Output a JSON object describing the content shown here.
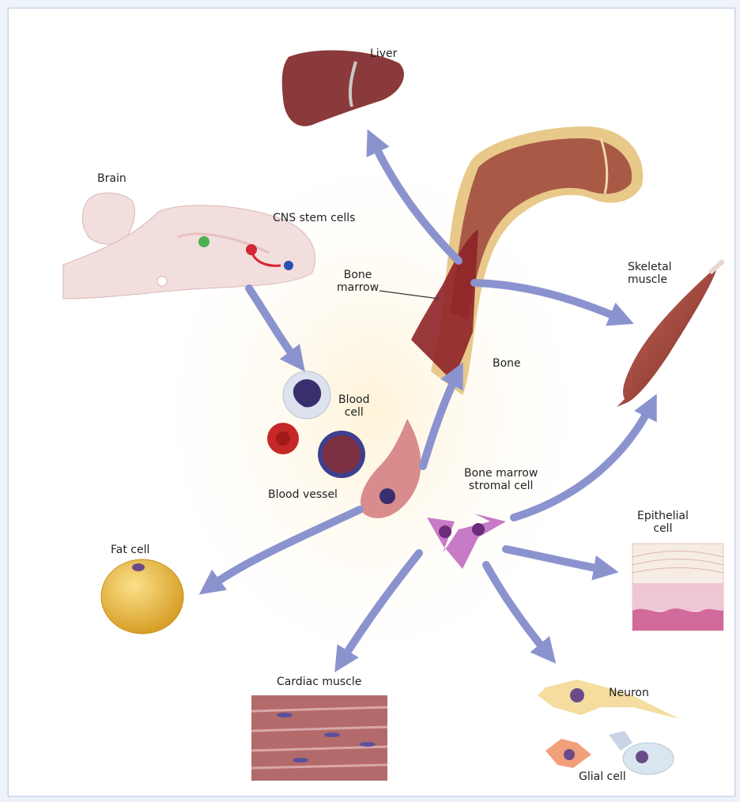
{
  "labels": {
    "liver": "Liver",
    "brain": "Brain",
    "cns_stem_cells": "CNS stem cells",
    "bone_marrow": "Bone\nmarrow",
    "skeletal_muscle": "Skeletal\nmuscle",
    "bone": "Bone",
    "blood_cell": "Blood\ncell",
    "blood_vessel": "Blood vessel",
    "bone_marrow_stromal_cell": "Bone marrow\nstromal cell",
    "epithelial_cell": "Epithelial\ncell",
    "fat_cell": "Fat cell",
    "cardiac_muscle": "Cardiac muscle",
    "neuron": "Neuron",
    "glial_cell": "Glial cell"
  },
  "colors": {
    "arrow": "#8b93cf",
    "bone_marrow": "#8e2227",
    "bone_shell": "#e8c98a",
    "liver": "#8a3a3a",
    "brain": "#f3dede",
    "muscle": "#a8453a",
    "fat": "#e6ad2d",
    "stromal": "#c77ac5"
  }
}
